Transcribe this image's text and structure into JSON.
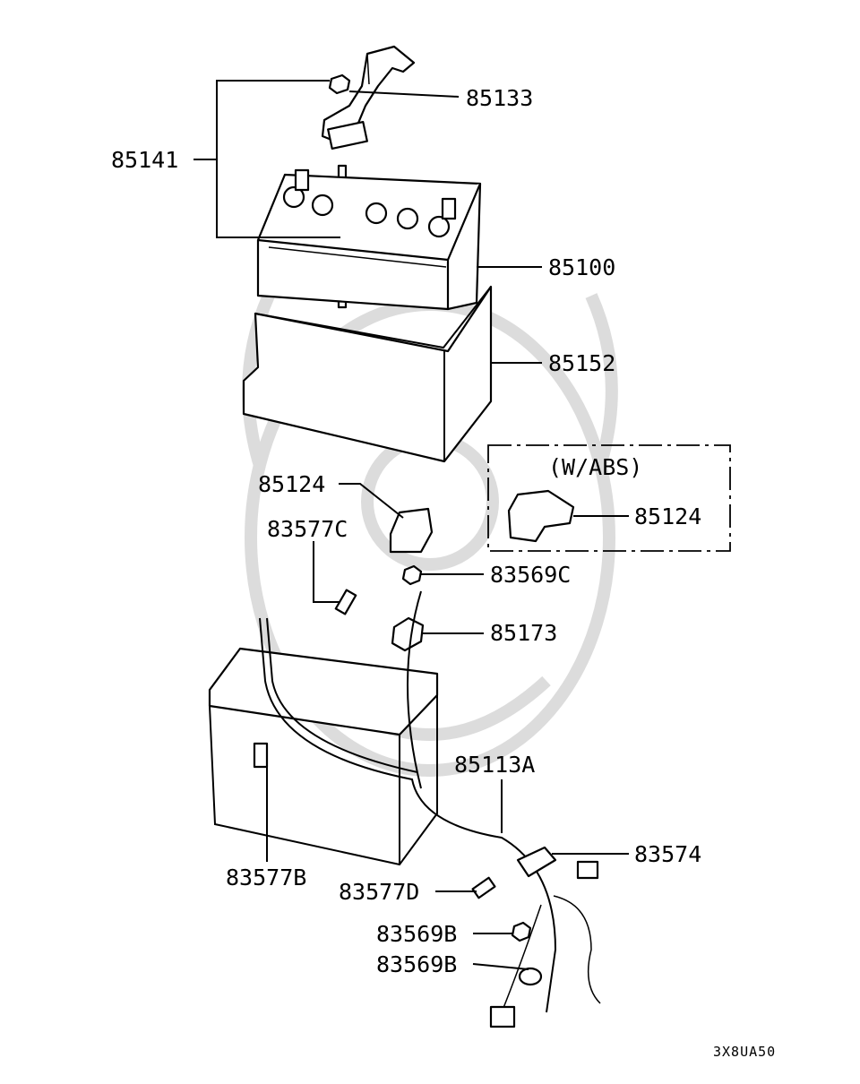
{
  "labels": {
    "p85133": "85133",
    "p85141": "85141",
    "p85100": "85100",
    "p85152": "85152",
    "p85124a": "85124",
    "abs_title": "(W/ABS)",
    "p85124b": "85124",
    "p83577c": "83577C",
    "p83569c": "83569C",
    "p85173": "85173",
    "p85113a": "85113A",
    "p83574": "83574",
    "p83577b": "83577B",
    "p83577d": "83577D",
    "p83569b_1": "83569B",
    "p83569b_2": "83569B",
    "drawing_code": "3X8UA50"
  }
}
